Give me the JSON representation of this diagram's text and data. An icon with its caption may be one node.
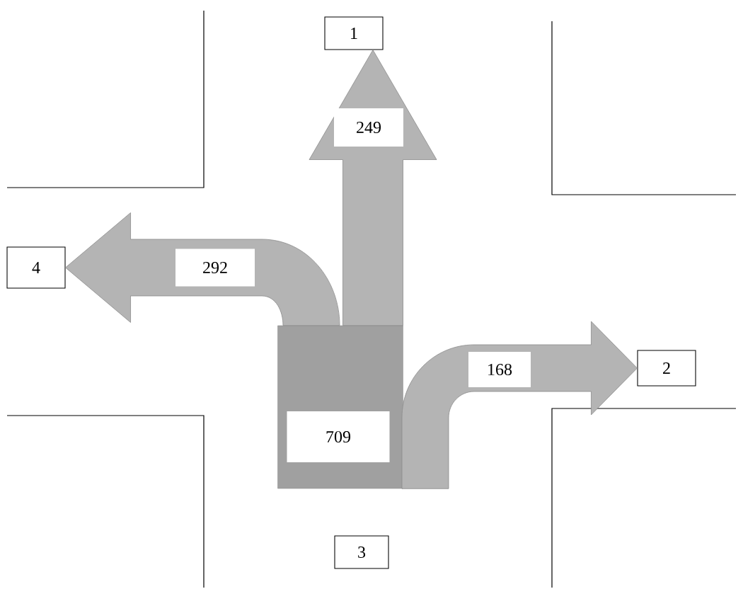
{
  "diagram": {
    "nodes": [
      {
        "text": [
          "1"
        ]
      },
      {
        "text": [
          "4"
        ]
      },
      {
        "text": [
          "2"
        ]
      },
      {
        "text": [
          "709"
        ]
      },
      {
        "text": [
          "3"
        ]
      }
    ],
    "edges": [
      {
        "from": 3,
        "to": 0,
        "arrow": "to",
        "label": "249"
      },
      {
        "from": 3,
        "to": 1,
        "arrow": "to",
        "label": "292"
      },
      {
        "from": 3,
        "to": 2,
        "arrow": "to",
        "label": "168"
      }
    ]
  }
}
